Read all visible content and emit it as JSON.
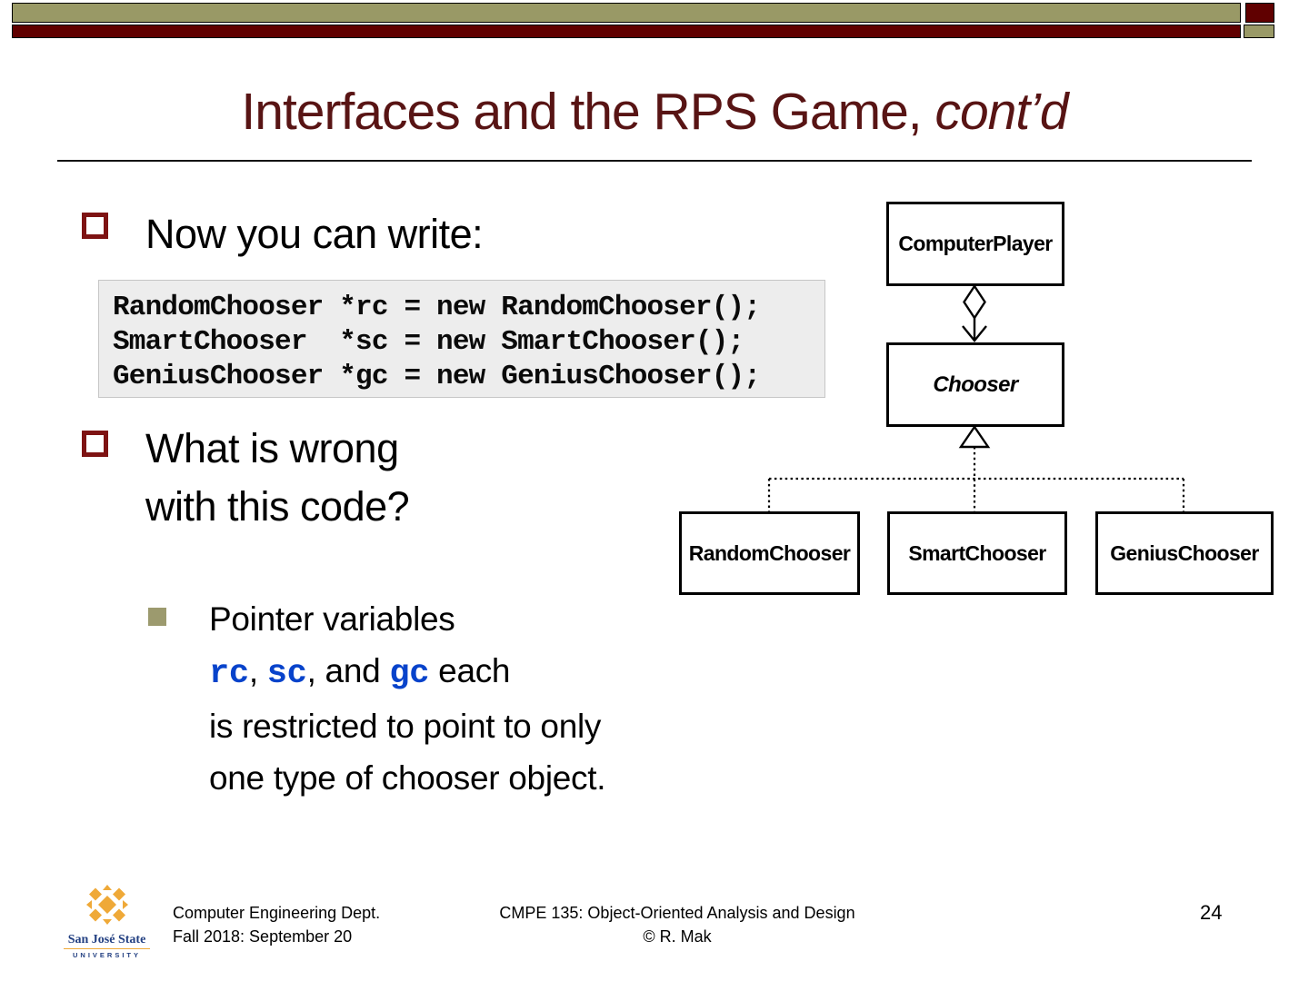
{
  "title": {
    "main": "Interfaces and the RPS Game, ",
    "emphasis": "cont’d"
  },
  "content": {
    "bullet1": "Now you can write:",
    "code_lines": [
      "RandomChooser *rc = new RandomChooser();",
      "SmartChooser  *sc = new SmartChooser();",
      "GeniusChooser *gc = new GeniusChooser();"
    ],
    "bullet2": "What is wrong\nwith this code?",
    "sub_bullet_segments": [
      {
        "text": "Pointer variables\n"
      },
      {
        "text": "rc"
      },
      {
        "text": ", "
      },
      {
        "text": "sc"
      },
      {
        "text": ", and "
      },
      {
        "text": "gc"
      },
      {
        "text": " each\nis restricted to point to only\none type of chooser object."
      }
    ]
  },
  "diagram": {
    "computer_player": "ComputerPlayer",
    "chooser": "Chooser",
    "subclasses": [
      "RandomChooser",
      "SmartChooser",
      "GeniusChooser"
    ]
  },
  "footer": {
    "logo_line1": "San José State",
    "logo_line2": "UNIVERSITY",
    "left_line1": "Computer Engineering Dept.",
    "left_line2": "Fall 2018: September 20",
    "center_line1": "CMPE 135: Object-Oriented Analysis and Design",
    "center_line2": "© R. Mak",
    "page_number": "24"
  },
  "colors": {
    "olive": "#999966",
    "olive2": "#9c9a6e",
    "dark_red": "#600000",
    "title_maroon": "#581414",
    "bullet_red": "#7e1313",
    "code_blue": "#0843cb",
    "code_bg": "#ededed",
    "logo_gold": "#efa938",
    "logo_blue": "#234082"
  }
}
